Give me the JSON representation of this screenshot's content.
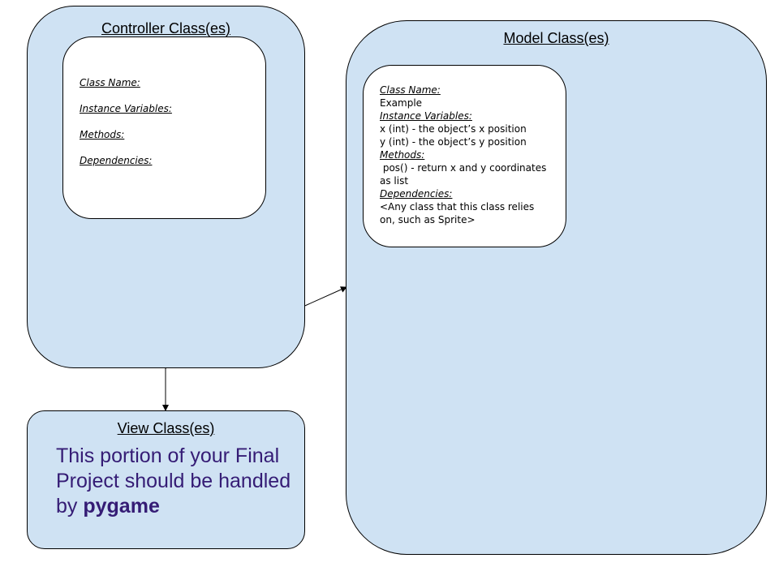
{
  "controller": {
    "title": "Controller Class(es)",
    "card": {
      "class_name_label": "Class Name:",
      "instance_variables_label": "Instance Variables:",
      "methods_label": "Methods:",
      "dependencies_label": "Dependencies:"
    }
  },
  "model": {
    "title": "Model Class(es)",
    "card": {
      "class_name_label": "Class Name:",
      "class_name_value": "Example",
      "instance_variables_label": "Instance Variables:",
      "instance_variable_1": "x (int) - the object’s x position",
      "instance_variable_2": "y (int) - the object’s y position",
      "methods_label": "Methods:",
      "method_1": " pos() - return x and y coordinates as list",
      "dependencies_label": "Dependencies:",
      "dependencies_value": "<Any class that this class relies on, such as Sprite>"
    }
  },
  "view": {
    "title": "View Class(es)",
    "body_text": "This portion of your Final Project should be handled by ",
    "body_bold": "pygame"
  },
  "colors": {
    "panel_fill": "#cfe2f3",
    "card_fill": "#ffffff",
    "view_text": "#351c75"
  }
}
